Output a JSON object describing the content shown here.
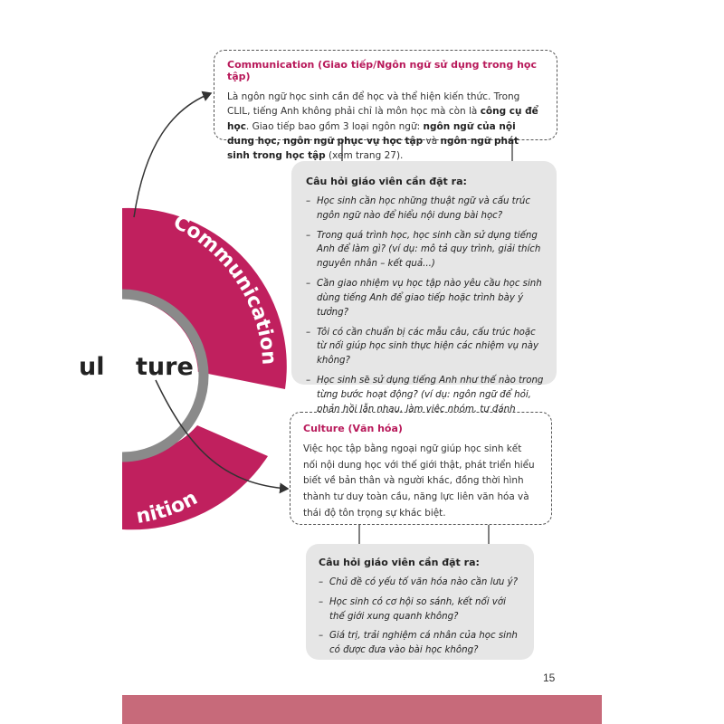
{
  "wheel": {
    "center_text_left": "ul",
    "center_text_right": "ture",
    "segment_top_label": "Communication",
    "segment_bottom_label": "nition",
    "accent_color": "#c0205e",
    "ring_grey": "#8a8a8a"
  },
  "communication_box": {
    "title": "Communication (Giao tiếp/Ngôn ngữ sử dụng trong học tập)",
    "p1": "Là ngôn ngữ học sinh cần để học và thể hiện kiến thức. Trong CLIL, tiếng Anh không phải chỉ là môn học mà còn là ",
    "p1_bold": "công cụ để học",
    "p1_end": ". Giao tiếp bao gồm 3 loại ngôn ngữ: ",
    "b1": "ngôn ngữ của nội dung học, ngôn ngữ phục vụ học tập",
    "and": " và ",
    "b2": "ngôn ngữ phát sinh trong học tập",
    "tail": " (xem trang 27)."
  },
  "communication_questions": {
    "title": "Câu hỏi giáo viên cần đặt ra:",
    "items": [
      "Học sinh cần học những thuật ngữ và cấu trúc ngôn ngữ nào để hiểu nội dung bài học?",
      "Trong quá trình học, học sinh cần sử dụng tiếng Anh để làm gì? (ví dụ: mô tả quy trình, giải thích nguyên nhân – kết quả...)",
      "Cần giao nhiệm vụ học tập nào yêu cầu học sinh dùng tiếng Anh để giao tiếp hoặc trình bày ý tưởng?",
      "Tôi có cần chuẩn bị các mẫu câu, cấu trúc hoặc từ nối giúp học sinh thực hiện các nhiệm vụ này không?",
      "Học sinh sẽ sử dụng tiếng Anh như thế nào trong từng bước hoạt động? (ví dụ: ngôn ngữ để hỏi, phản hồi lẫn nhau, làm việc nhóm, tự đánh giá...)"
    ]
  },
  "culture_box": {
    "title": "Culture (Văn hóa)",
    "text": "Việc học tập bằng ngoại ngữ giúp học sinh kết nối nội dung học với thế giới thật, phát triển hiểu biết về bản thân và người khác, đồng thời hình thành tư duy toàn cầu, năng lực liên văn hóa và thái độ tôn trọng sự khác biệt."
  },
  "culture_questions": {
    "title": "Câu hỏi giáo viên cần đặt ra:",
    "items": [
      "Chủ đề có yếu tố văn hóa nào cần lưu ý?",
      "Học sinh có cơ hội so sánh, kết nối với thế giới xung quanh không?",
      "Giá trị, trải nghiệm cá nhân của học sinh có được đưa vào bài học không?"
    ]
  },
  "page_number": "15"
}
